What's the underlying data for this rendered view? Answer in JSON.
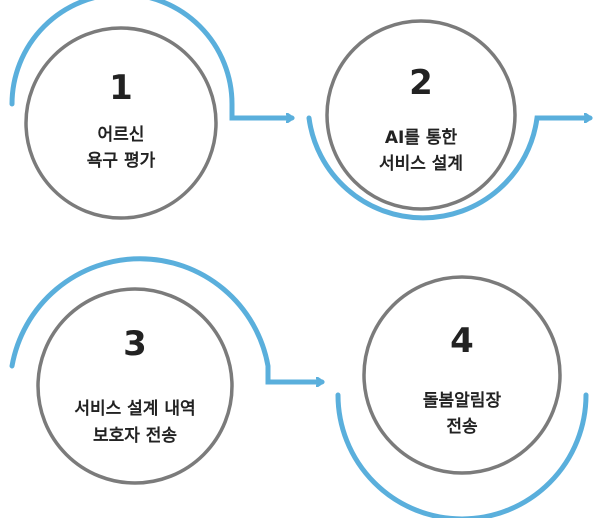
{
  "colors": {
    "accent": "#5aafdc",
    "circle_stroke": "#7b7b7b",
    "text": "#222222",
    "background": "#ffffff"
  },
  "steps": [
    {
      "number": "1",
      "line1": "어르신",
      "line2": "욕구 평가"
    },
    {
      "number": "2",
      "line1": "AI를 통한",
      "line2": "서비스 설계"
    },
    {
      "number": "3",
      "line1": "서비스 설계 내역",
      "line2": "보호자 전송"
    },
    {
      "number": "4",
      "line1": "돌봄알림장",
      "line2": "전송"
    }
  ]
}
